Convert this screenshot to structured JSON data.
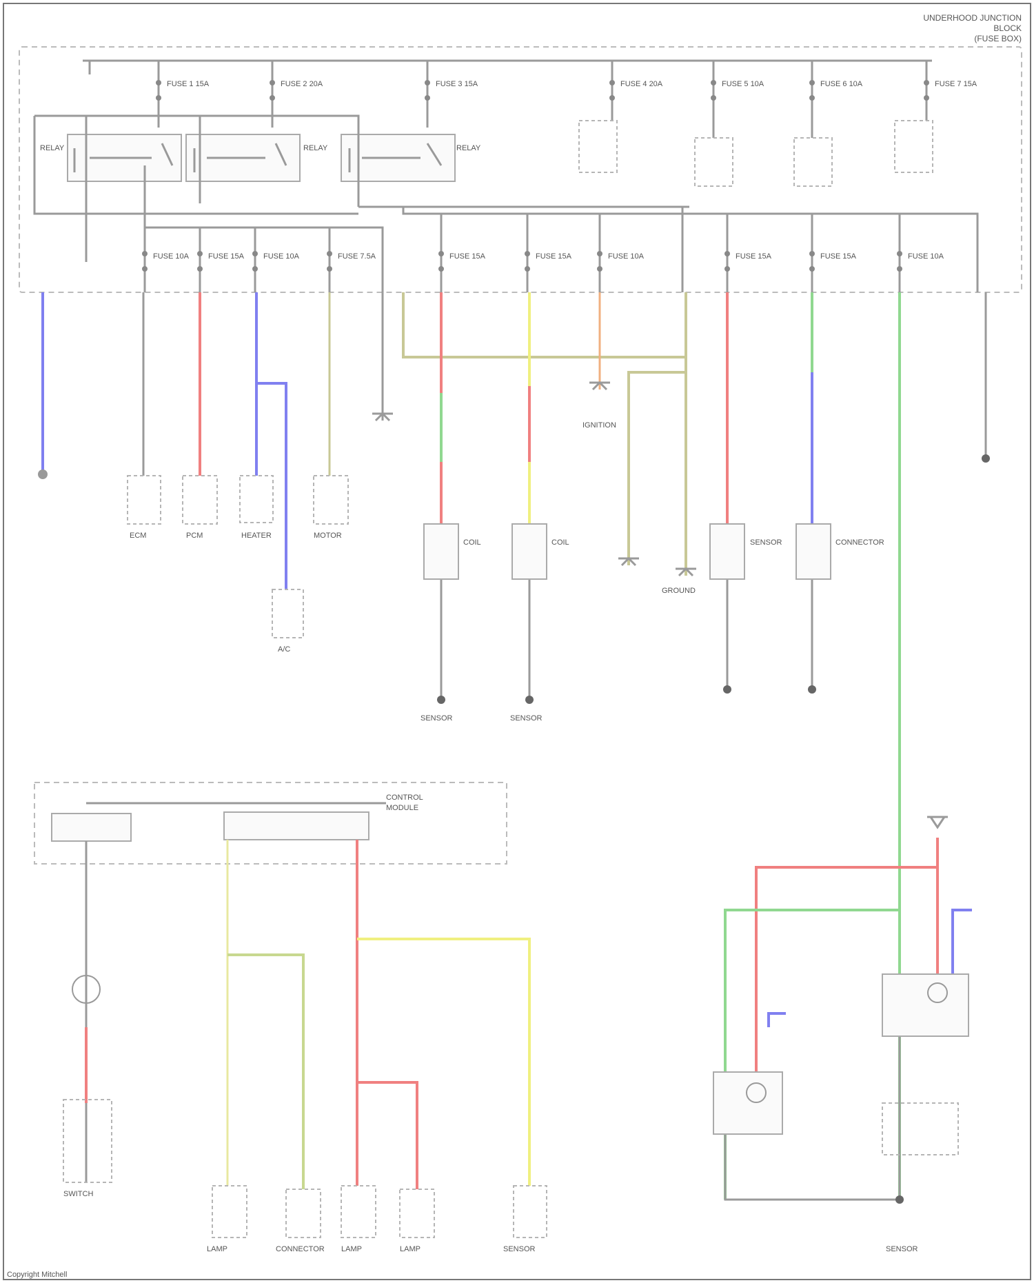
{
  "header": {
    "title_lines": [
      "UNDERHOOD JUNCTION",
      "BLOCK",
      "(FUSE BOX)"
    ]
  },
  "footer": {
    "credit": "Copyright Mitchell"
  },
  "colors": {
    "red": "#f08080",
    "blue": "#8080f0",
    "green": "#90d890",
    "yellow": "#f0f080",
    "olive": "#c8c896",
    "gray": "#9a9a9a"
  },
  "blocks": {
    "top_fuse_labels": [
      "FUSE 1 15A",
      "FUSE 2 20A",
      "FUSE 3 15A",
      "FUSE 4 20A",
      "FUSE 5 10A",
      "FUSE 6 10A",
      "FUSE 7 15A"
    ],
    "relays": [
      "RELAY",
      "RELAY",
      "RELAY"
    ],
    "lower_fuse_labels": [
      "FUSE 10A",
      "FUSE 15A",
      "FUSE 10A",
      "FUSE 7.5A",
      "FUSE 15A",
      "FUSE 15A",
      "FUSE 10A",
      "FUSE 15A",
      "FUSE 15A",
      "FUSE 10A"
    ],
    "component_labels": [
      "ECM",
      "PCM",
      "HEATER",
      "A/C",
      "MOTOR",
      "COIL",
      "COIL",
      "SENSOR",
      "SENSOR",
      "IGNITION",
      "GROUND",
      "SENSOR",
      "CONNECTOR",
      "LAMP",
      "SWITCH",
      "CONNECTOR",
      "SENSOR",
      "LAMP",
      "LAMP",
      "SENSOR",
      "CONTROL",
      "MODULE"
    ]
  }
}
